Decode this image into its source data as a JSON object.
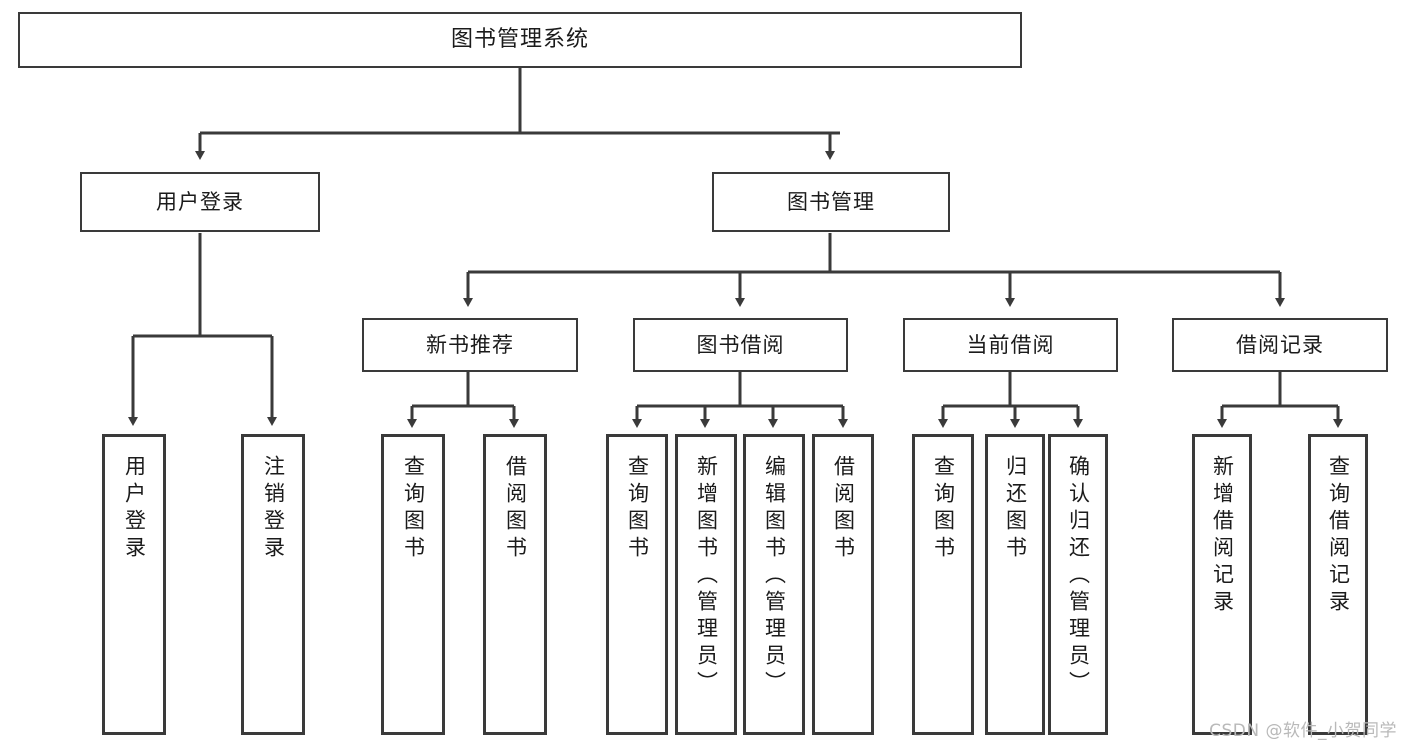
{
  "diagram": {
    "title": "图书管理系统",
    "type": "tree-hierarchy",
    "watermark": "CSDN @软件_小贺同学",
    "colors": {
      "node_border": "#3a3a3a",
      "node_fill": "#ffffff",
      "edge": "#3a3a3a",
      "text": "#1b1b1b",
      "watermark": "#b9b9b9",
      "background": "#ffffff"
    }
  },
  "nodes": {
    "root": {
      "label": "图书管理系统"
    },
    "level2": [
      {
        "id": "user-login",
        "label": "用户登录"
      },
      {
        "id": "book-manage",
        "label": "图书管理"
      }
    ],
    "level3": [
      {
        "id": "new-book-recommend",
        "label": "新书推荐"
      },
      {
        "id": "book-borrow",
        "label": "图书借阅"
      },
      {
        "id": "current-borrow",
        "label": "当前借阅"
      },
      {
        "id": "borrow-record",
        "label": "借阅记录"
      }
    ],
    "leaves": {
      "user-login": [
        {
          "id": "leaf-user-login",
          "label": "用户登录"
        },
        {
          "id": "leaf-user-logout",
          "label": "注销登录"
        }
      ],
      "new-book-recommend": [
        {
          "id": "leaf-query-book-1",
          "label": "查询图书"
        },
        {
          "id": "leaf-borrow-book-1",
          "label": "借阅图书"
        }
      ],
      "book-borrow": [
        {
          "id": "leaf-query-book-2",
          "label": "查询图书"
        },
        {
          "id": "leaf-add-book",
          "label": "新增图书（管理员）"
        },
        {
          "id": "leaf-edit-book",
          "label": "编辑图书（管理员）"
        },
        {
          "id": "leaf-borrow-book-2",
          "label": "借阅图书"
        }
      ],
      "current-borrow": [
        {
          "id": "leaf-query-book-3",
          "label": "查询图书"
        },
        {
          "id": "leaf-return-book",
          "label": "归还图书"
        },
        {
          "id": "leaf-confirm-return",
          "label": "确认归还（管理员）"
        }
      ],
      "borrow-record": [
        {
          "id": "leaf-add-record",
          "label": "新增借阅记录"
        },
        {
          "id": "leaf-query-record",
          "label": "查询借阅记录"
        }
      ]
    }
  }
}
